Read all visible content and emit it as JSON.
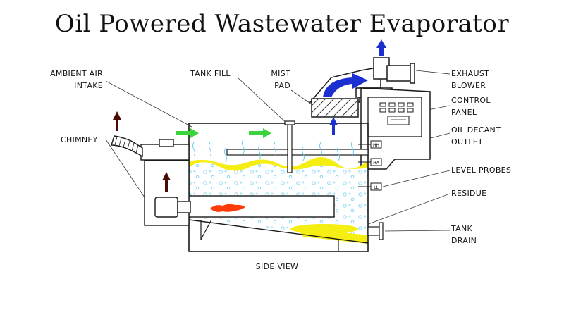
{
  "title": "Oil Powered Wastewater Evaporator",
  "view_label": "SIDE VIEW",
  "labels": {
    "ambient_air_intake": [
      "AMBIENT AIR",
      "INTAKE"
    ],
    "tank_fill": [
      "TANK FILL"
    ],
    "mist_pad": [
      "MIST",
      "PAD"
    ],
    "exhaust_blower": [
      "EXHAUST",
      "BLOWER"
    ],
    "control_panel": [
      "CONTROL",
      "PANEL"
    ],
    "oil_decant_outlet": [
      "OIL DECANT",
      "OUTLET"
    ],
    "level_probes": [
      "LEVEL PROBES"
    ],
    "residue": [
      "RESIDUE"
    ],
    "tank_drain": [
      "TANK",
      "DRAIN"
    ],
    "chimney": [
      "CHIMNEY"
    ]
  },
  "probes": {
    "hh": "HH",
    "ha": "HA",
    "ll": "LL"
  },
  "colors": {
    "water": "#c6ecff",
    "bubble": "#8ad7f4",
    "oil_layer": "#f4ee12",
    "flame": "#ff3b0a",
    "hot_air_arrow": "#4a0a05",
    "air_intake_arrow": "#3bd53b",
    "exhaust_arrow": "#1c2fd0",
    "outline": "#1a1a1a"
  }
}
